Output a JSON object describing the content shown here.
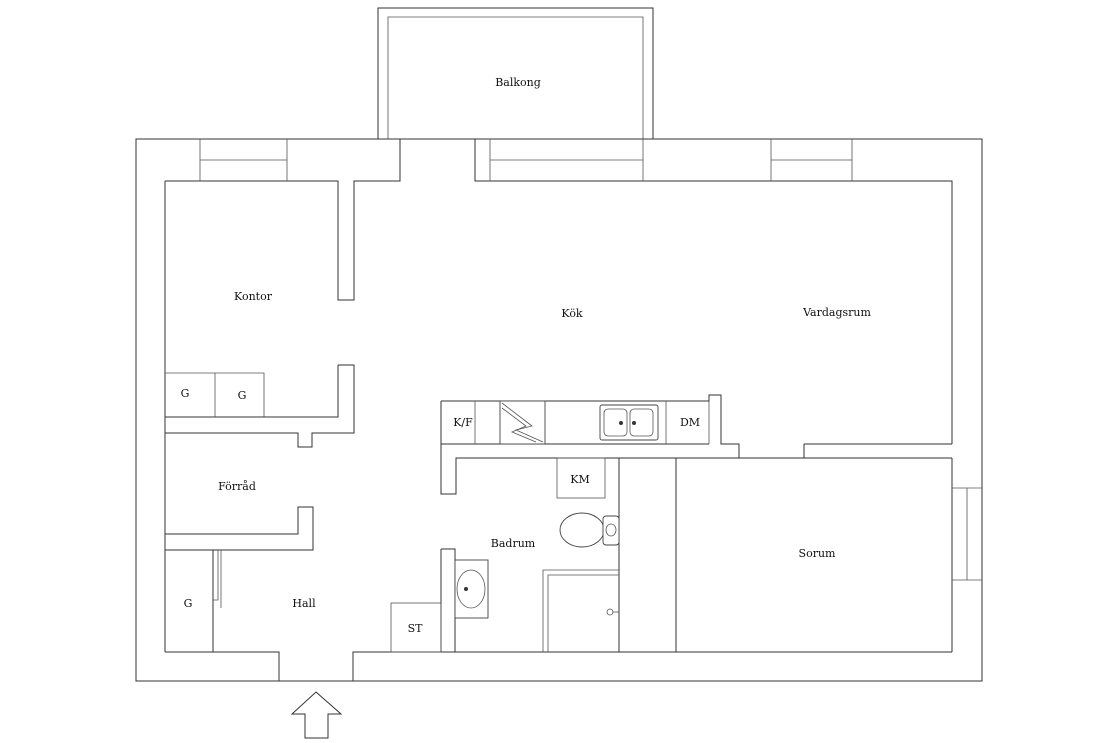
{
  "plan": {
    "rooms": {
      "balkong": "Balkong",
      "kontor": "Kontor",
      "kok": "Kök",
      "vardagsrum": "Vardagsrum",
      "forrad": "Förråd",
      "hall": "Hall",
      "badrum": "Badrum",
      "sorum": "Sorum"
    },
    "fixtures": {
      "garderob_1": "G",
      "garderob_2": "G",
      "garderob_3": "G",
      "kyl_frys": "K/F",
      "diskmaskin": "DM",
      "tvattmaskin": "KM",
      "stad": "ST"
    },
    "icons": {
      "entrance": "entrance-arrow-icon",
      "stove": "stove-icon",
      "sink": "double-sink-icon",
      "toilet": "toilet-icon",
      "washbasin": "washbasin-icon",
      "shower": "shower-icon"
    },
    "colors": {
      "line": "#333333",
      "background": "#ffffff"
    }
  }
}
